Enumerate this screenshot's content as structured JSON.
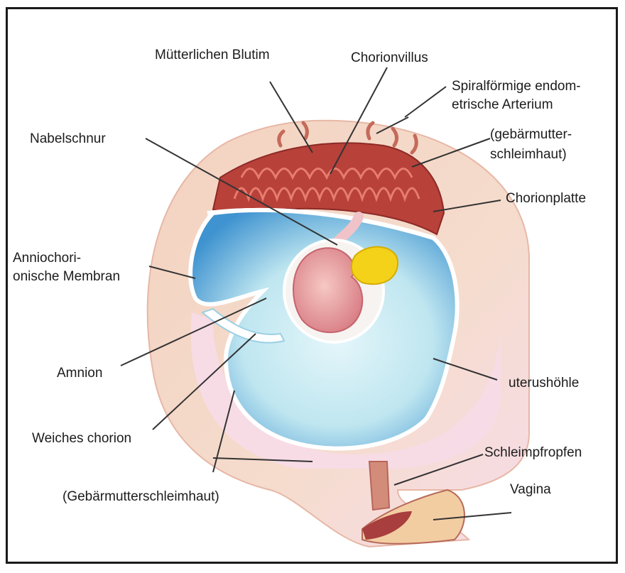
{
  "labels": {
    "maternal_blood": "Mütterlichen Blutim",
    "chorionic_villus": "Chorionvillus",
    "spiral_artery_line1": "Spiralförmige endom-",
    "spiral_artery_line2": "etrische Arterium",
    "endometrium_right_line1": "(gebärmutter-",
    "endometrium_right_line2": "schleimhaut)",
    "umbilical_cord": "Nabelschnur",
    "chorionic_plate": "Chorionplatte",
    "amniochorionic_line1": "Anniochori-",
    "amniochorionic_line2": "onische Membran",
    "amnion": "Amnion",
    "uterine_cavity": "uterushöhle",
    "smooth_chorion": "Weiches chorion",
    "mucus_plug": "Schleimpfropfen",
    "vagina": "Vagina",
    "endometrium_bottom": "(Gebärmutterschleimhaut)"
  },
  "colors": {
    "uterine_wall": "#f3d2c0",
    "decidua_pink": "#f7dce8",
    "amniotic_fluid": "#bfe6f0",
    "amniotic_deep": "#3f93d0",
    "placenta": "#b8413a",
    "yolk_sac": "#f5d21a",
    "embryo": "#e9a4a4",
    "leader_line": "#333333"
  }
}
